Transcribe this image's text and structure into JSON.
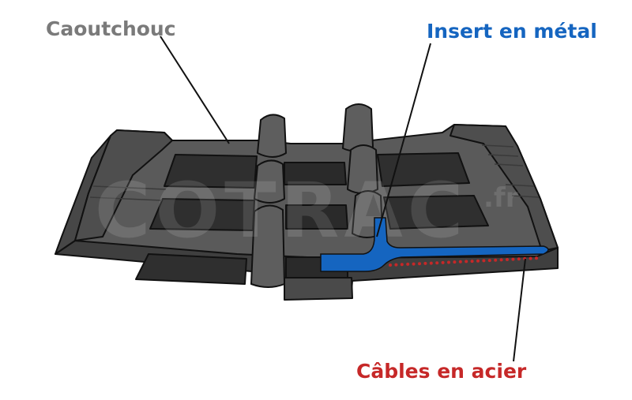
{
  "labels": {
    "rubber": "Caoutchouc",
    "insert": "Insert en métal",
    "cables": "Câbles en acier"
  },
  "watermark": {
    "text": "COTRAC",
    "suffix": ".fr"
  },
  "colors": {
    "rubber_label": "#7a7a7a",
    "insert_label": "#1565c0",
    "cables_label": "#c62828",
    "rubber_body": "#4a4a4a",
    "rubber_top": "#5c5c5c",
    "rubber_dark": "#333333",
    "metal_insert": "#1565c0",
    "steel_cables": "#c62828",
    "outline": "#111111"
  }
}
